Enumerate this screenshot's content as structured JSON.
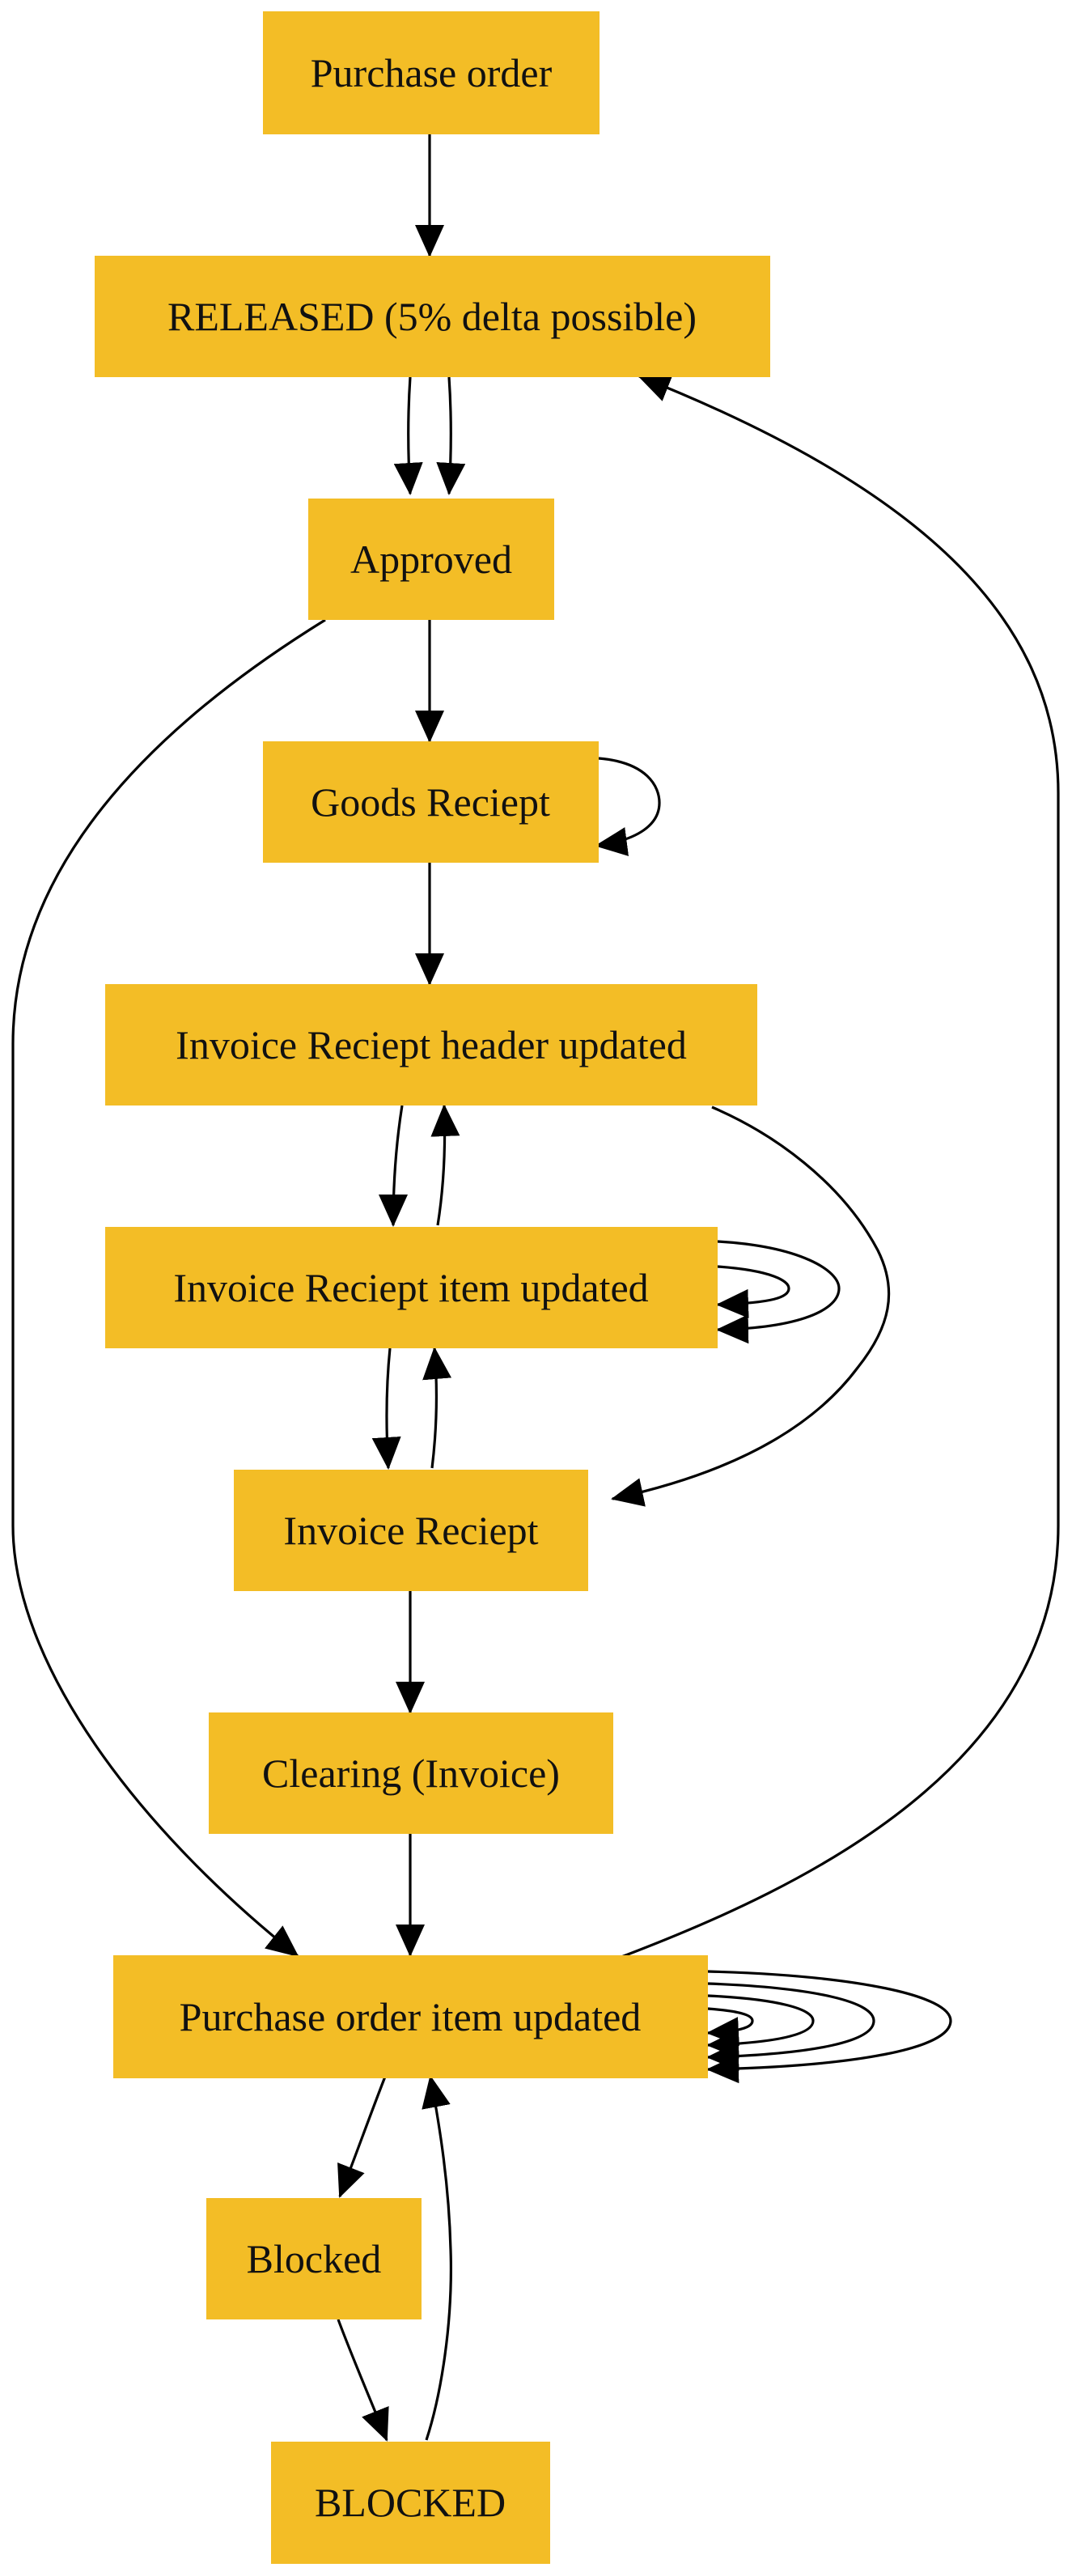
{
  "diagram": {
    "colors": {
      "node_fill": "#f3bd26",
      "edge": "#000000",
      "text": "#111111",
      "background": "#ffffff"
    },
    "nodes": [
      {
        "id": "purchase-order",
        "label": "Purchase order"
      },
      {
        "id": "released",
        "label": "RELEASED (5% delta possible)"
      },
      {
        "id": "approved",
        "label": "Approved"
      },
      {
        "id": "goods-reciept",
        "label": "Goods Reciept"
      },
      {
        "id": "ir-header-updated",
        "label": "Invoice Reciept header updated"
      },
      {
        "id": "ir-item-updated",
        "label": "Invoice Reciept item updated"
      },
      {
        "id": "invoice-reciept",
        "label": "Invoice Reciept"
      },
      {
        "id": "clearing-invoice",
        "label": "Clearing (Invoice)"
      },
      {
        "id": "po-item-updated",
        "label": "Purchase order item updated"
      },
      {
        "id": "blocked-lower",
        "label": "Blocked"
      },
      {
        "id": "blocked-upper",
        "label": "BLOCKED"
      }
    ],
    "edges": [
      {
        "from": "purchase-order",
        "to": "released"
      },
      {
        "from": "released",
        "to": "approved"
      },
      {
        "from": "released",
        "to": "approved"
      },
      {
        "from": "approved",
        "to": "goods-reciept"
      },
      {
        "from": "approved",
        "to": "po-item-updated"
      },
      {
        "from": "goods-reciept",
        "to": "goods-reciept"
      },
      {
        "from": "goods-reciept",
        "to": "ir-header-updated"
      },
      {
        "from": "ir-header-updated",
        "to": "ir-item-updated"
      },
      {
        "from": "ir-item-updated",
        "to": "ir-header-updated"
      },
      {
        "from": "ir-header-updated",
        "to": "invoice-reciept"
      },
      {
        "from": "ir-item-updated",
        "to": "ir-item-updated"
      },
      {
        "from": "ir-item-updated",
        "to": "ir-item-updated"
      },
      {
        "from": "ir-item-updated",
        "to": "invoice-reciept"
      },
      {
        "from": "invoice-reciept",
        "to": "ir-item-updated"
      },
      {
        "from": "invoice-reciept",
        "to": "clearing-invoice"
      },
      {
        "from": "clearing-invoice",
        "to": "po-item-updated"
      },
      {
        "from": "po-item-updated",
        "to": "released"
      },
      {
        "from": "po-item-updated",
        "to": "po-item-updated"
      },
      {
        "from": "po-item-updated",
        "to": "po-item-updated"
      },
      {
        "from": "po-item-updated",
        "to": "po-item-updated"
      },
      {
        "from": "po-item-updated",
        "to": "po-item-updated"
      },
      {
        "from": "po-item-updated",
        "to": "blocked-lower"
      },
      {
        "from": "blocked-lower",
        "to": "blocked-upper"
      },
      {
        "from": "blocked-upper",
        "to": "po-item-updated"
      }
    ]
  }
}
